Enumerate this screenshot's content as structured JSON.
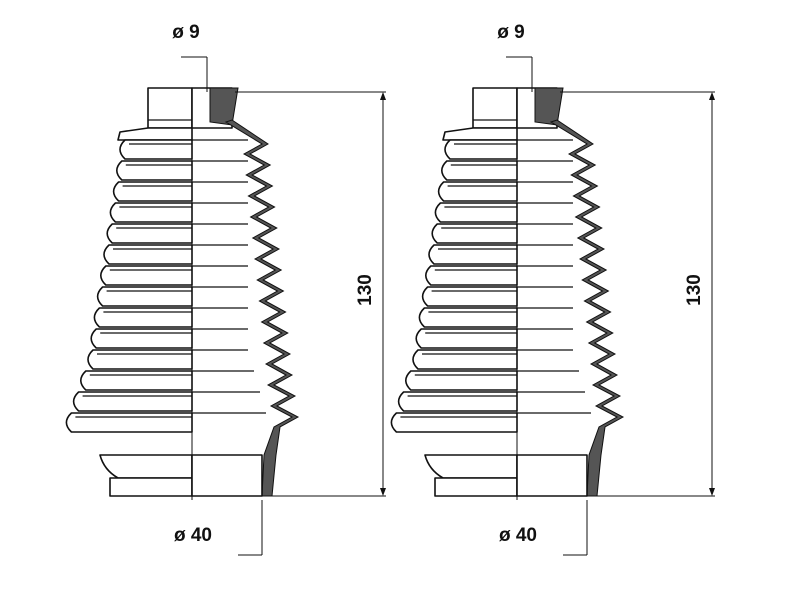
{
  "drawings": [
    {
      "id": "boot-left",
      "top_diameter": "ø 9",
      "bottom_diameter": "ø 40",
      "height": "130"
    },
    {
      "id": "boot-right",
      "top_diameter": "ø 9",
      "bottom_diameter": "ø 40",
      "height": "130"
    }
  ],
  "colors": {
    "line": "#111111",
    "section_fill": "#555555",
    "background": "#ffffff"
  }
}
